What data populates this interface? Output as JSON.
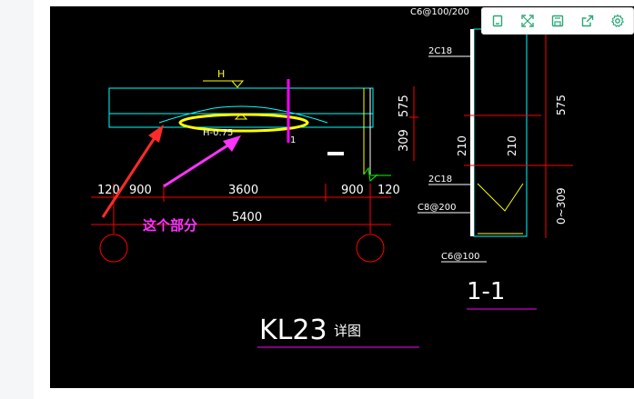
{
  "drawing": {
    "elevation": {
      "mark_h": "H",
      "mark_h_lower": "H-0.75",
      "section_mark": "1",
      "dims_top": [
        "120",
        "900",
        "3600",
        "900",
        "120"
      ],
      "dim_total": "5400",
      "annotation": "这个部分",
      "side_dims": [
        "575",
        "309"
      ]
    },
    "section": {
      "top_rebar": "C6@100/200",
      "rebar_top": "2C18",
      "rebar_mid": "2C18",
      "stirrup_mid": "C8@200",
      "stirrup_bottom": "C6@100",
      "dim_right_top": "575",
      "dim_right_bottom": "0~309",
      "dim_inner_left": "210",
      "dim_inner_right": "210",
      "title": "1-1"
    },
    "title": {
      "main": "KL23",
      "suffix": "详图"
    },
    "colors": {
      "background": "#000000",
      "cyan": "#00ffff",
      "red": "#ff0000",
      "yellow": "#ffff00",
      "white": "#ffffff",
      "green": "#00ff00",
      "magenta": "#ff00ff",
      "annotation_red": "#ff2a2a",
      "annotation_magenta": "#ff33ff"
    }
  },
  "toolbar": {
    "icons": [
      "page-icon",
      "fullscreen-icon",
      "save-icon",
      "share-icon",
      "settings-icon"
    ]
  }
}
